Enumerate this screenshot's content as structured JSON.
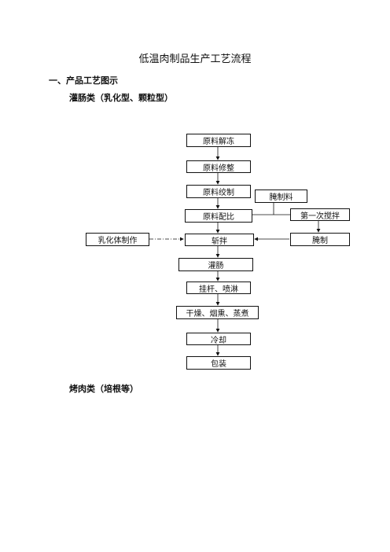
{
  "document": {
    "title": "低温肉制品生产工艺流程",
    "section1": "一、产品工艺图示",
    "subsection1": "灌肠类（乳化型、颗粒型）",
    "subsection2": "烤肉类（培根等）"
  },
  "flowchart": {
    "thaw": "原料解冻",
    "trim": "原料修整",
    "mince": "原料绞制",
    "curing_material": "腌制料",
    "formulate": "原料配比",
    "first_mix": "第一次搅拌",
    "emulsion": "乳化体制作",
    "chop": "斩拌",
    "cure": "腌制",
    "stuff": "灌肠",
    "hang": "挂杆、喷淋",
    "dry_smoke_cook": "干燥、烟熏、蒸煮",
    "cool": "冷却",
    "pack": "包装"
  }
}
